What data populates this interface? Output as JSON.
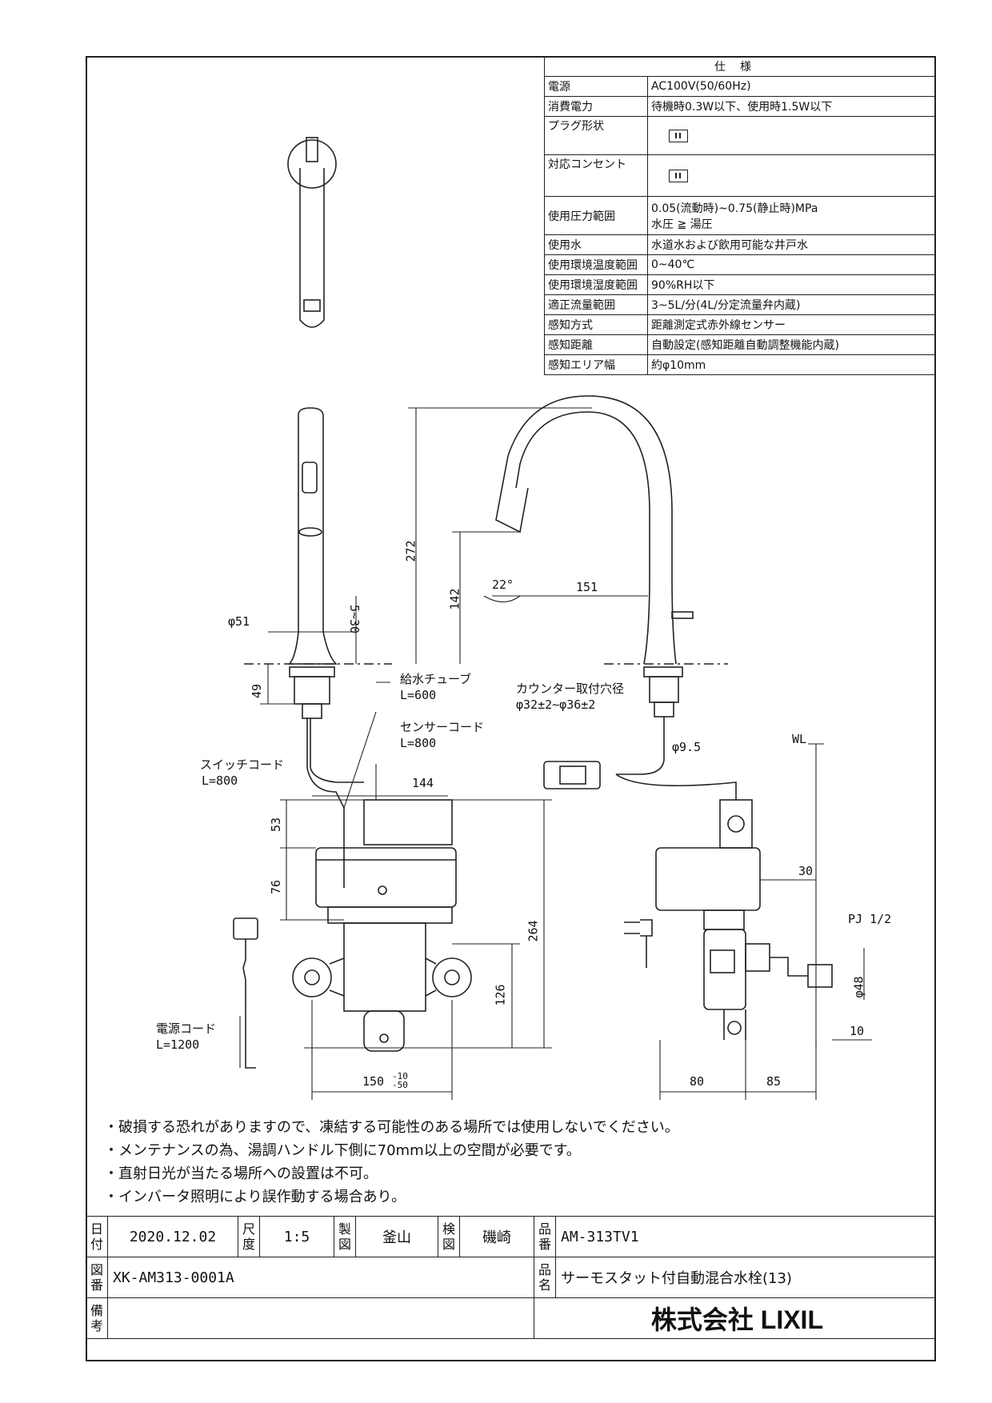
{
  "spec": {
    "header": "仕様",
    "rows": [
      {
        "k": "電源",
        "v": "AC100V(50/60Hz)"
      },
      {
        "k": "消費電力",
        "v": "待機時0.3W以下、使用時1.5W以下"
      },
      {
        "k": "プラグ形状",
        "v": ""
      },
      {
        "k": "対応コンセント",
        "v": ""
      },
      {
        "k": "使用圧力範囲",
        "v": "0.05(流動時)~0.75(静止時)MPa",
        "v2": "水圧 ≧ 湯圧"
      },
      {
        "k": "使用水",
        "v": "水道水および飲用可能な井戸水"
      },
      {
        "k": "使用環境温度範囲",
        "v": "0~40℃"
      },
      {
        "k": "使用環境湿度範囲",
        "v": "90%RH以下"
      },
      {
        "k": "適正流量範囲",
        "v": "3~5L/分(4L/分定流量弁内蔵)"
      },
      {
        "k": "感知方式",
        "v": "距離測定式赤外線センサー"
      },
      {
        "k": "感知距離",
        "v": "自動設定(感知距離自動調整機能内蔵)"
      },
      {
        "k": "感知エリア幅",
        "v": "約φ10mm"
      }
    ]
  },
  "dims": {
    "d272": "272",
    "d142": "142",
    "d22": "22°",
    "d151": "151",
    "phi51": "φ51",
    "d5_30": "5~30",
    "d49": "49",
    "d144": "144",
    "d53": "53",
    "d76": "76",
    "d264": "264",
    "d126": "126",
    "d150": "150",
    "d150tol": "-10 -50",
    "phi95": "φ9.5",
    "wl": "WL",
    "d30": "30",
    "pj": "PJ 1/2",
    "phi48": "φ48",
    "d10": "10",
    "d80": "80",
    "d85": "85"
  },
  "labels": {
    "supply_tube": "給水チューブ",
    "supply_tube_len": "L=600",
    "sensor_cord": "センサーコード",
    "sensor_cord_len": "L=800",
    "switch_cord": "スイッチコード",
    "switch_cord_len": "L=800",
    "power_cord": "電源コード",
    "power_cord_len": "L=1200",
    "counter_hole": "カウンター取付穴径",
    "counter_hole_val": "φ32±2~φ36±2"
  },
  "notes": [
    "・破損する恐れがありますので、凍結する可能性のある場所では使用しないでください。",
    "・メンテナンスの為、湯調ハンドル下側に70mm以上の空間が必要です。",
    "・直射日光が当たる場所への設置は不可。",
    "・インバータ照明により誤作動する場合あり。"
  ],
  "titleblock": {
    "date_label": "日付",
    "date": "2020.12.02",
    "scale_label": "尺度",
    "scale": "1:5",
    "drawn_label": "製図",
    "drawn": "釜山",
    "check_label": "検図",
    "check": "磯崎",
    "partno_label": "品番",
    "partno": "AM-313TV1",
    "drawno_label": "図番",
    "drawno": "XK-AM313-0001A",
    "name_label": "品名",
    "name": "サーモスタット付自動混合水栓(13)",
    "remarks_label": "備考",
    "company": "株式会社 LIXIL"
  }
}
